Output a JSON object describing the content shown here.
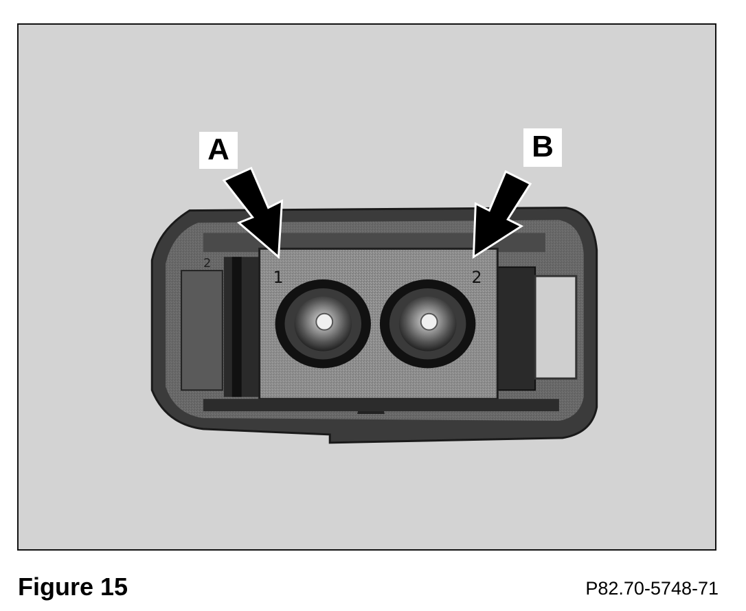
{
  "figure": {
    "caption": "Figure 15",
    "reference": "P82.70-5748-71"
  },
  "callouts": {
    "a": "A",
    "b": "B"
  },
  "pin_labels": {
    "pin1": "1",
    "pin2": "2",
    "side_left": "2"
  },
  "colors": {
    "background_gray": "#d3d3d3",
    "connector_dark": "#3a3a3a",
    "connector_face": "#8a8a8a",
    "arrow": "#000000"
  }
}
